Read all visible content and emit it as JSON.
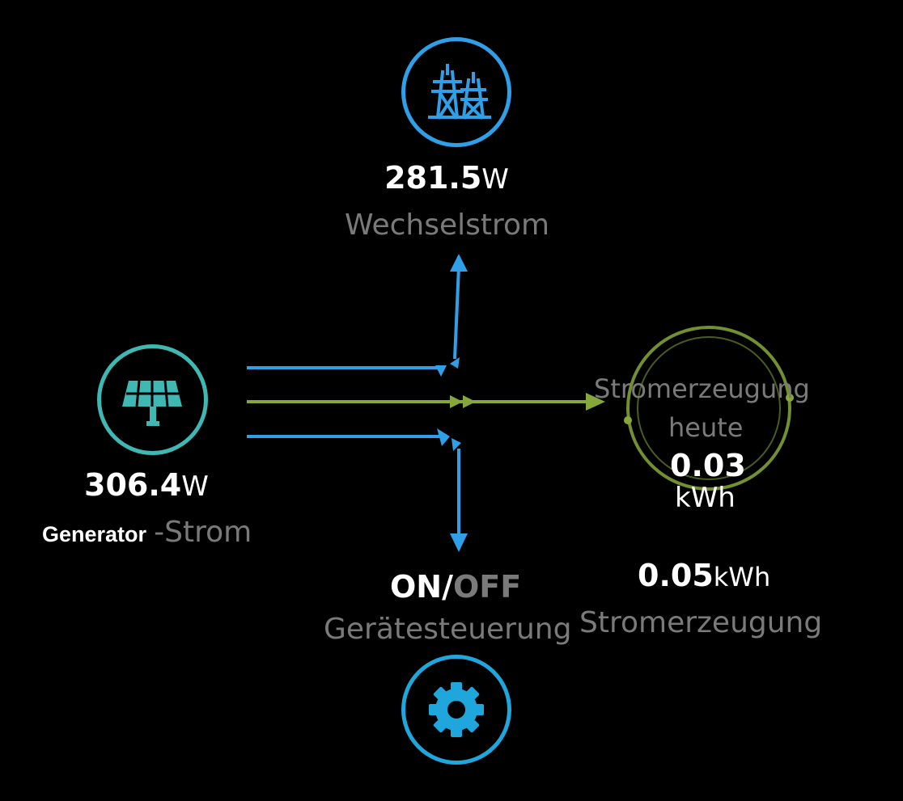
{
  "colors": {
    "blue": "#2f9fe8",
    "teal": "#3fb8b4",
    "green": "#86a83a",
    "gray": "#7a7a7a"
  },
  "grid": {
    "icon": "power-tower-icon",
    "value": "281.5",
    "unit": "W",
    "label": "Wechselstrom"
  },
  "solar": {
    "icon": "solar-panel-icon",
    "value": "306.4",
    "unit": "W",
    "label_prefix": "Generator",
    "label_suffix": "-Strom"
  },
  "today": {
    "label_line1": "Stromerzeugung",
    "label_line2": "heute",
    "value": "0.03",
    "unit": "kWh"
  },
  "total": {
    "value": "0.05",
    "unit": "kWh",
    "label": "Stromerzeugung"
  },
  "device": {
    "icon": "gear-icon",
    "on_text": "ON/",
    "off_text": "OFF",
    "label": "Gerätesteuerung"
  }
}
